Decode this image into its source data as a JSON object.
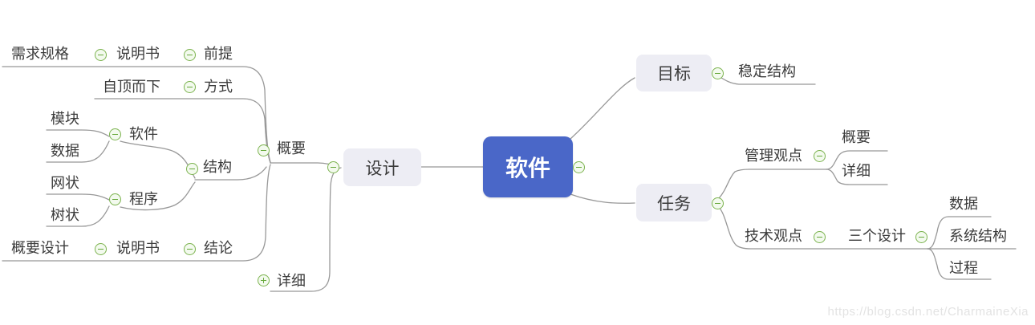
{
  "nodes": {
    "root": "软件",
    "design": "设计",
    "goal": "目标",
    "task": "任务",
    "outline": "概要",
    "detail": "详细",
    "premise": "前提",
    "spec1": "说明书",
    "req_spec": "需求规格",
    "method": "方式",
    "top_down": "自顶而下",
    "structure": "结构",
    "software2": "软件",
    "module": "模块",
    "data": "数据",
    "program": "程序",
    "net_shape": "网状",
    "tree_shape": "树状",
    "conclusion": "结论",
    "spec2": "说明书",
    "outline_design": "概要设计",
    "stable_structure": "稳定结构",
    "mgmt_view": "管理观点",
    "mgmt_outline": "概要",
    "mgmt_detail": "详细",
    "tech_view": "技术观点",
    "three_designs": "三个设计",
    "data2": "数据",
    "system_structure": "系统结构",
    "process": "过程"
  },
  "watermark": "https://blog.csdn.net/CharmaineXia",
  "icons": {
    "collapse": "minus-circle",
    "expand": "plus-circle"
  },
  "colors": {
    "root_bg": "#4a67c8",
    "root_text": "#ffffff",
    "branch_bg": "#ededf4",
    "label_text": "#3b3b3b",
    "line": "#989898",
    "marker_border": "#7cb34f",
    "marker_glyph": "#67a93b",
    "marker_fill": "#f3faee",
    "watermark": "#e3e3e3"
  },
  "mindmap_tree": {
    "root": "软件",
    "left": {
      "label": "设计",
      "children": [
        {
          "label": "概要",
          "state": "expanded",
          "children": [
            {
              "label": "前提",
              "children": [
                {
                  "label": "说明书",
                  "children": [
                    {
                      "label": "需求规格"
                    }
                  ]
                }
              ]
            },
            {
              "label": "方式",
              "children": [
                {
                  "label": "自顶而下"
                }
              ]
            },
            {
              "label": "结构",
              "children": [
                {
                  "label": "软件",
                  "children": [
                    {
                      "label": "模块"
                    },
                    {
                      "label": "数据"
                    }
                  ]
                },
                {
                  "label": "程序",
                  "children": [
                    {
                      "label": "网状"
                    },
                    {
                      "label": "树状"
                    }
                  ]
                }
              ]
            },
            {
              "label": "结论",
              "children": [
                {
                  "label": "说明书",
                  "children": [
                    {
                      "label": "概要设计"
                    }
                  ]
                }
              ]
            }
          ]
        },
        {
          "label": "详细",
          "state": "collapsed",
          "children": []
        }
      ]
    },
    "right": [
      {
        "label": "目标",
        "children": [
          {
            "label": "稳定结构"
          }
        ]
      },
      {
        "label": "任务",
        "children": [
          {
            "label": "管理观点",
            "children": [
              {
                "label": "概要"
              },
              {
                "label": "详细"
              }
            ]
          },
          {
            "label": "技术观点",
            "children": [
              {
                "label": "三个设计",
                "children": [
                  {
                    "label": "数据"
                  },
                  {
                    "label": "系统结构"
                  },
                  {
                    "label": "过程"
                  }
                ]
              }
            ]
          }
        ]
      }
    ]
  }
}
